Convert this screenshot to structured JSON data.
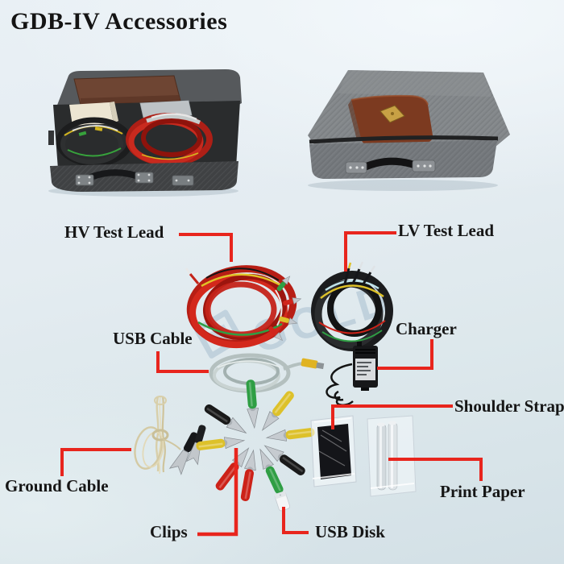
{
  "title": "GDB-IV Accessories",
  "watermark": {
    "text": "GOLD"
  },
  "annotations": {
    "hv_test_lead": "HV Test Lead",
    "lv_test_lead": "LV Test Lead",
    "usb_cable": "USB Cable",
    "charger": "Charger",
    "shoulder_strap": "Shoulder Strap",
    "print_paper": "Print Paper",
    "ground_cable": "Ground Cable",
    "clips": "Clips",
    "usb_disk": "USB Disk"
  },
  "colors": {
    "callout_line": "#e8251d",
    "label_text": "#161616",
    "hv_lead_red": "#c2231a",
    "lv_lead_black": "#1b1c1e",
    "usb_cable_gray": "#b4c0bf",
    "case_fabric_gray": "#83878a",
    "leather_patch_brown": "#7c3a20",
    "watermark_blue": "rgba(150,176,198,0.42)"
  }
}
